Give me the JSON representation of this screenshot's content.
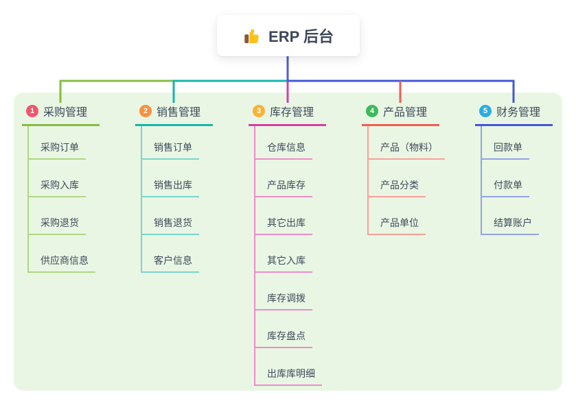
{
  "root": {
    "label": "ERP 后台",
    "icon": "thumbs-up-icon"
  },
  "colors": {
    "page_bg": "#FFFFFF",
    "panel_bg": "#E9F6E4",
    "root_connector": "#4F5BDC",
    "text": "#3E4A59"
  },
  "branches": [
    {
      "num": "1",
      "label": "采购管理",
      "badge_color": "#F0566E",
      "line_color": "#85BC40",
      "child_line_color": "#AED780",
      "children": [
        "采购订单",
        "采购入库",
        "采购退货",
        "供应商信息"
      ]
    },
    {
      "num": "2",
      "label": "销售管理",
      "badge_color": "#F8903F",
      "line_color": "#16B6A9",
      "child_line_color": "#79D6CB",
      "children": [
        "销售订单",
        "销售出库",
        "销售退货",
        "客户信息"
      ]
    },
    {
      "num": "3",
      "label": "库存管理",
      "badge_color": "#F9B234",
      "line_color": "#D23FA7",
      "child_line_color": "#EC8CC9",
      "children": [
        "仓库信息",
        "产品库存",
        "其它出库",
        "其它入库",
        "库存调拨",
        "库存盘点",
        "出库库明细"
      ]
    },
    {
      "num": "4",
      "label": "产品管理",
      "badge_color": "#3CBB5B",
      "line_color": "#F25B50",
      "child_line_color": "#F8A099",
      "children": [
        "产品（物料）",
        "产品分类",
        "产品单位"
      ]
    },
    {
      "num": "5",
      "label": "财务管理",
      "badge_color": "#2CACE3",
      "line_color": "#4257D5",
      "child_line_color": "#94A1E4",
      "children": [
        "回款单",
        "付款单",
        "结算账户"
      ]
    }
  ]
}
